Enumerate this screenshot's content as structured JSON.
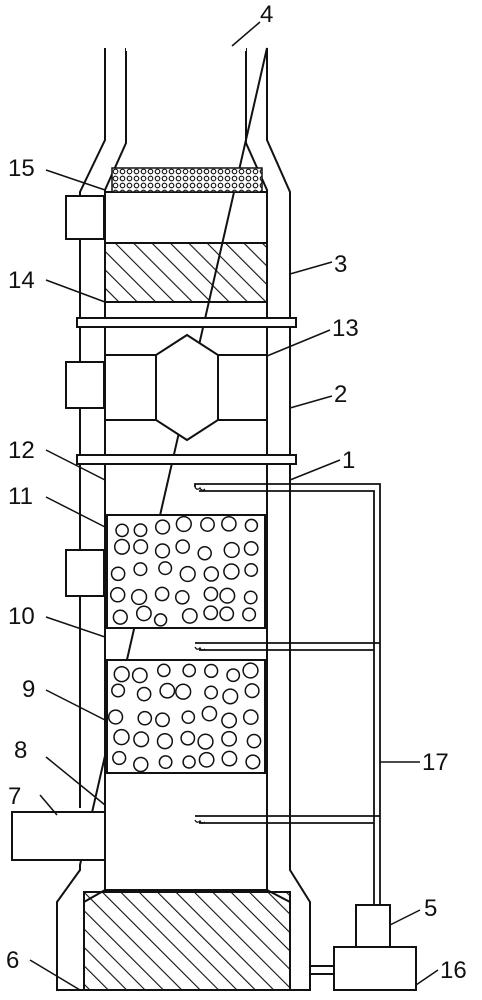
{
  "colors": {
    "line": "#111111",
    "fill": "#ffffff"
  },
  "labels": {
    "l1": "1",
    "l2": "2",
    "l3": "3",
    "l4": "4",
    "l5": "5",
    "l6": "6",
    "l7": "7",
    "l8": "8",
    "l9": "9",
    "l10": "10",
    "l11": "11",
    "l12": "12",
    "l13": "13",
    "l14": "14",
    "l15": "15",
    "l16": "16",
    "l17": "17"
  }
}
